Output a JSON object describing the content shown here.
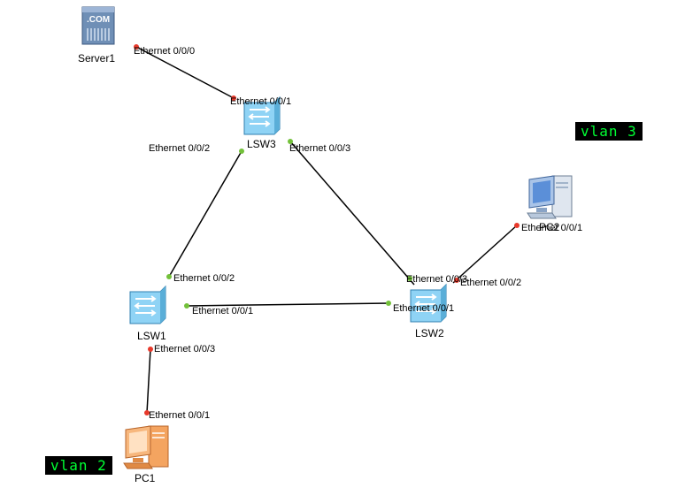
{
  "devices": {
    "server1": {
      "name": "Server1",
      "badge": ".COM"
    },
    "lsw3": {
      "name": "LSW3"
    },
    "lsw1": {
      "name": "LSW1"
    },
    "lsw2": {
      "name": "LSW2"
    },
    "pc1": {
      "name": "PC1"
    },
    "pc2": {
      "name": "PC2"
    }
  },
  "ports": {
    "server1_e000": "Ethernet 0/0/0",
    "lsw3_e001": "Ethernet 0/0/1",
    "lsw3_e002": "Ethernet 0/0/2",
    "lsw3_e003": "Ethernet 0/0/3",
    "lsw1_e002": "Ethernet 0/0/2",
    "lsw1_e001": "Ethernet 0/0/1",
    "lsw1_e003": "Ethernet 0/0/3",
    "lsw2_e003": "Ethernet 0/0/3",
    "lsw2_e001": "Ethernet 0/0/1",
    "lsw2_e002": "Ethernet 0/0/2",
    "pc1_e001": "Ethernet 0/0/1",
    "pc2_e001": "Ethernet 0/0/1"
  },
  "vlans": {
    "vlan2": "vlan 2",
    "vlan3": "vlan 3"
  },
  "colors": {
    "port_down": "#e8392b",
    "port_up": "#73c13a",
    "switch": "#8fd3f5",
    "pc1": "#f4a460",
    "pc2": "#5b8fd8",
    "server": "#6f8fb6"
  }
}
